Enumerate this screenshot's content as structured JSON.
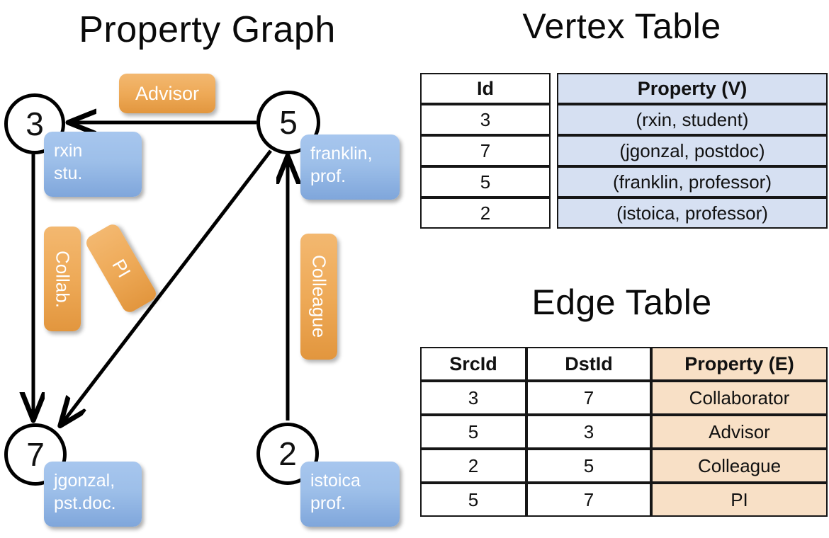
{
  "titles": {
    "property_graph": "Property Graph",
    "vertex_table": "Vertex Table",
    "edge_table": "Edge Table"
  },
  "colors": {
    "vertex_property_fill": "#d6e0f2",
    "edge_property_fill": "#f8e0c6",
    "node_box_blue": "#9dbfe9",
    "relation_box_orange": "#eeaa58",
    "stroke": "#111111"
  },
  "graph": {
    "vertices": [
      {
        "id": "3",
        "label_line1": "rxin",
        "label_line2": "stu."
      },
      {
        "id": "5",
        "label_line1": "franklin,",
        "label_line2": "prof."
      },
      {
        "id": "7",
        "label_line1": "jgonzal,",
        "label_line2": "pst.doc."
      },
      {
        "id": "2",
        "label_line1": "istoica",
        "label_line2": "prof."
      }
    ],
    "edge_labels": {
      "advisor": "Advisor",
      "collab": "Collab.",
      "pi": "PI",
      "colleague": "Colleague"
    },
    "edges": [
      {
        "src": "5",
        "dst": "3",
        "label": "Advisor"
      },
      {
        "src": "3",
        "dst": "7",
        "label": "Collab."
      },
      {
        "src": "5",
        "dst": "7",
        "label": "PI"
      },
      {
        "src": "2",
        "dst": "5",
        "label": "Colleague"
      }
    ]
  },
  "vertex_table": {
    "headers": [
      "Id",
      "Property (V)"
    ],
    "rows": [
      {
        "id": "3",
        "property": "(rxin, student)"
      },
      {
        "id": "7",
        "property": "(jgonzal, postdoc)"
      },
      {
        "id": "5",
        "property": "(franklin, professor)"
      },
      {
        "id": "2",
        "property": "(istoica, professor)"
      }
    ]
  },
  "edge_table": {
    "headers": [
      "SrcId",
      "DstId",
      "Property (E)"
    ],
    "rows": [
      {
        "src": "3",
        "dst": "7",
        "property": "Collaborator"
      },
      {
        "src": "5",
        "dst": "3",
        "property": "Advisor"
      },
      {
        "src": "2",
        "dst": "5",
        "property": "Colleague"
      },
      {
        "src": "5",
        "dst": "7",
        "property": "PI"
      }
    ]
  }
}
